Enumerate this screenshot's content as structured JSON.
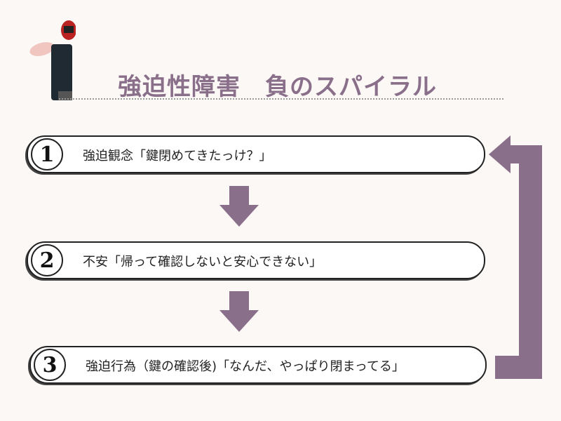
{
  "title": "強迫性障害　負のスパイラル",
  "colors": {
    "accent": "#8a6f8a",
    "background": "#fcf8f5"
  },
  "steps": [
    {
      "number": "1",
      "text": "強迫観念「鍵閉めてきたっけ？」"
    },
    {
      "number": "2",
      "text": "不安「帰って確認しないと安心できない」"
    },
    {
      "number": "3",
      "text": "強迫行為（鍵の確認後)「なんだ、やっぱり閉まってる」"
    }
  ]
}
